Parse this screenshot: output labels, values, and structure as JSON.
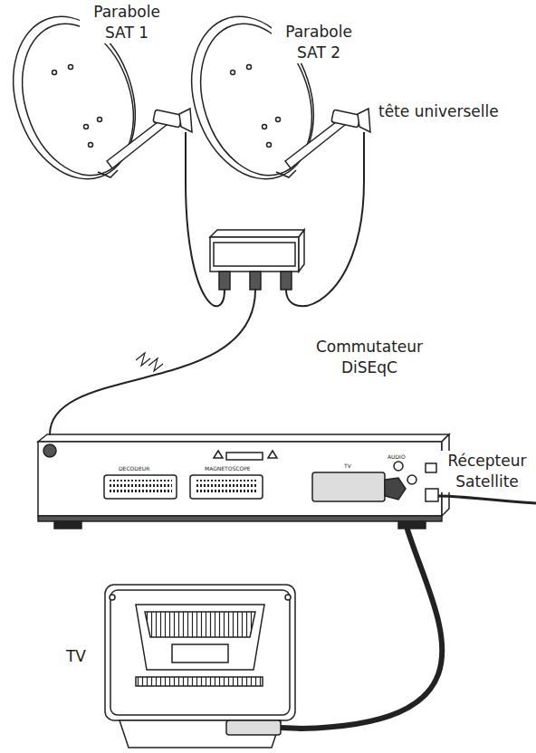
{
  "diagram": {
    "nodes": [
      {
        "text": [
          "Parabole SAT 1"
        ]
      },
      {
        "text": [
          "Parabole SAT 2",
          "tête universelle"
        ]
      },
      {
        "text": [
          "Commutateur DiSEqC"
        ]
      },
      {
        "text": [
          "Récepteur Satellite"
        ]
      },
      {
        "text": [
          "TV"
        ]
      }
    ],
    "edges": [
      {
        "from": 0,
        "to": 2,
        "arrow": "none"
      },
      {
        "from": 1,
        "to": 2,
        "arrow": "none"
      },
      {
        "from": 2,
        "to": 3,
        "arrow": "none"
      },
      {
        "from": 3,
        "to": 4,
        "arrow": "none"
      }
    ],
    "labels": [
      "DECODEUR",
      "MAGNETOSCOPE",
      "TV",
      "AUDIO"
    ]
  }
}
